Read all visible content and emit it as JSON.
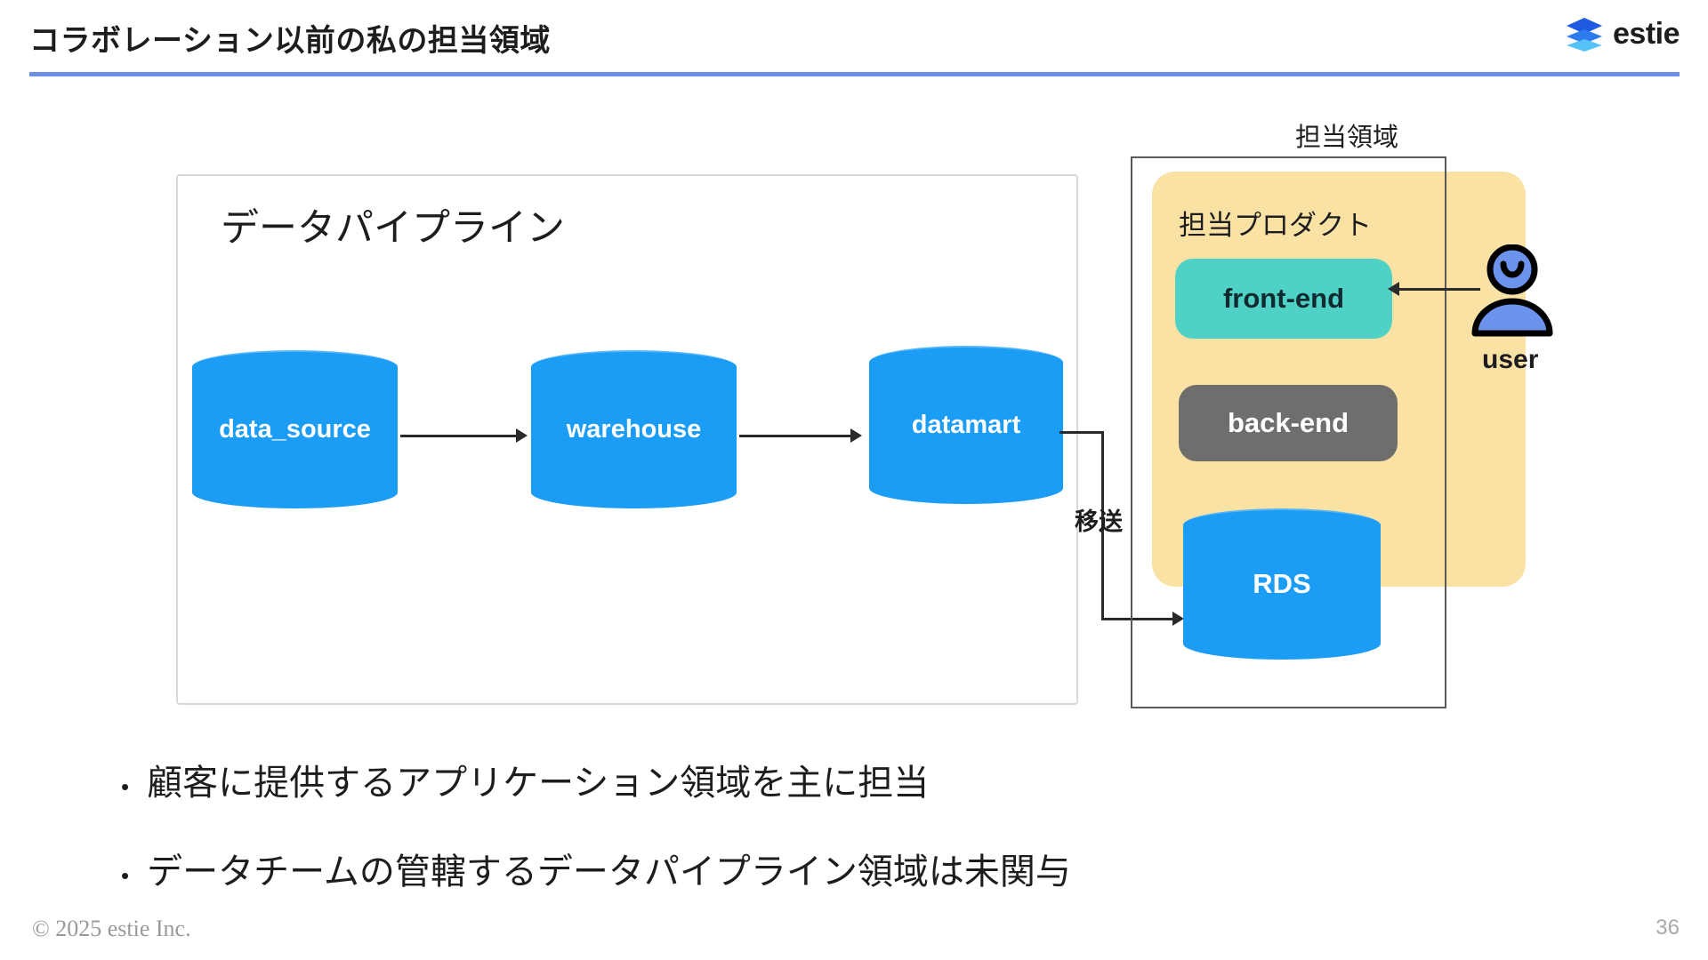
{
  "header": {
    "title": "コラボレーション以前の私の担当領域",
    "rule_color": "#6C8EE8",
    "logo": {
      "word": "estie",
      "mark_name": "stacked-layers-icon",
      "colors": [
        "#1E5BE0",
        "#2E7BEE",
        "#4FB8F5"
      ]
    }
  },
  "diagram": {
    "pipeline": {
      "heading": "データパイプライン",
      "nodes": [
        {
          "id": "data_source",
          "label": "data_source",
          "shape": "cylinder",
          "color": "#1B9CF5"
        },
        {
          "id": "warehouse",
          "label": "warehouse",
          "shape": "cylinder",
          "color": "#1B9CF5"
        },
        {
          "id": "datamart",
          "label": "datamart",
          "shape": "cylinder",
          "color": "#1B9CF5"
        }
      ]
    },
    "transfer_label": "移送",
    "ownership": {
      "caption": "担当領域",
      "outline_color": "#5a5a5a",
      "product": {
        "heading": "担当プロダクト",
        "panel_color": "#FAE2A4",
        "nodes": [
          {
            "id": "front-end",
            "label": "front-end",
            "shape": "rounded-box",
            "color": "#4FD1C5"
          },
          {
            "id": "back-end",
            "label": "back-end",
            "shape": "rounded-box",
            "color": "#6E6E6E"
          },
          {
            "id": "rds",
            "label": "RDS",
            "shape": "cylinder",
            "color": "#1B9CF5"
          }
        ]
      }
    },
    "actor": {
      "label": "user",
      "icon_name": "user-person-icon",
      "color": "#6B93EB"
    }
  },
  "bullets": [
    {
      "marker": "•",
      "text": "顧客に提供するアプリケーション領域を主に担当"
    },
    {
      "marker": "•",
      "text": "データチームの管轄するデータパイプライン領域は未関与"
    }
  ],
  "footer": {
    "copyright": "© 2025 estie Inc.",
    "page_number": "36"
  }
}
